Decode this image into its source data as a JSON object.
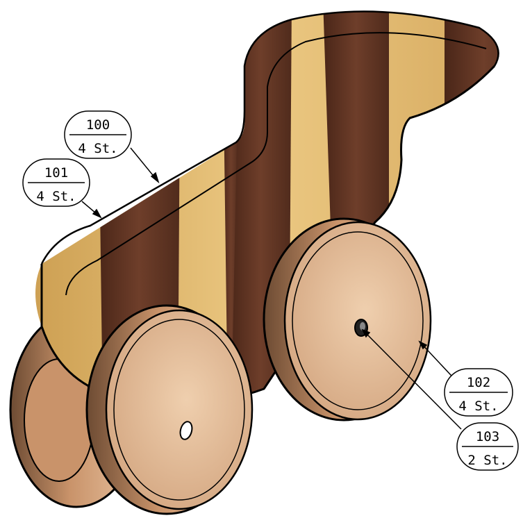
{
  "callouts": [
    {
      "id": "100",
      "part_number": "100",
      "quantity": "4 St."
    },
    {
      "id": "101",
      "part_number": "101",
      "quantity": "4 St."
    },
    {
      "id": "102",
      "part_number": "102",
      "quantity": "4 St."
    },
    {
      "id": "103",
      "part_number": "103",
      "quantity": "2 St."
    }
  ],
  "colors": {
    "light_wood": "#d9b36b",
    "dark_wood": "#5a3222",
    "wheel": "#c79670",
    "wheel_face": "#e2bc98",
    "outline": "#000000"
  }
}
